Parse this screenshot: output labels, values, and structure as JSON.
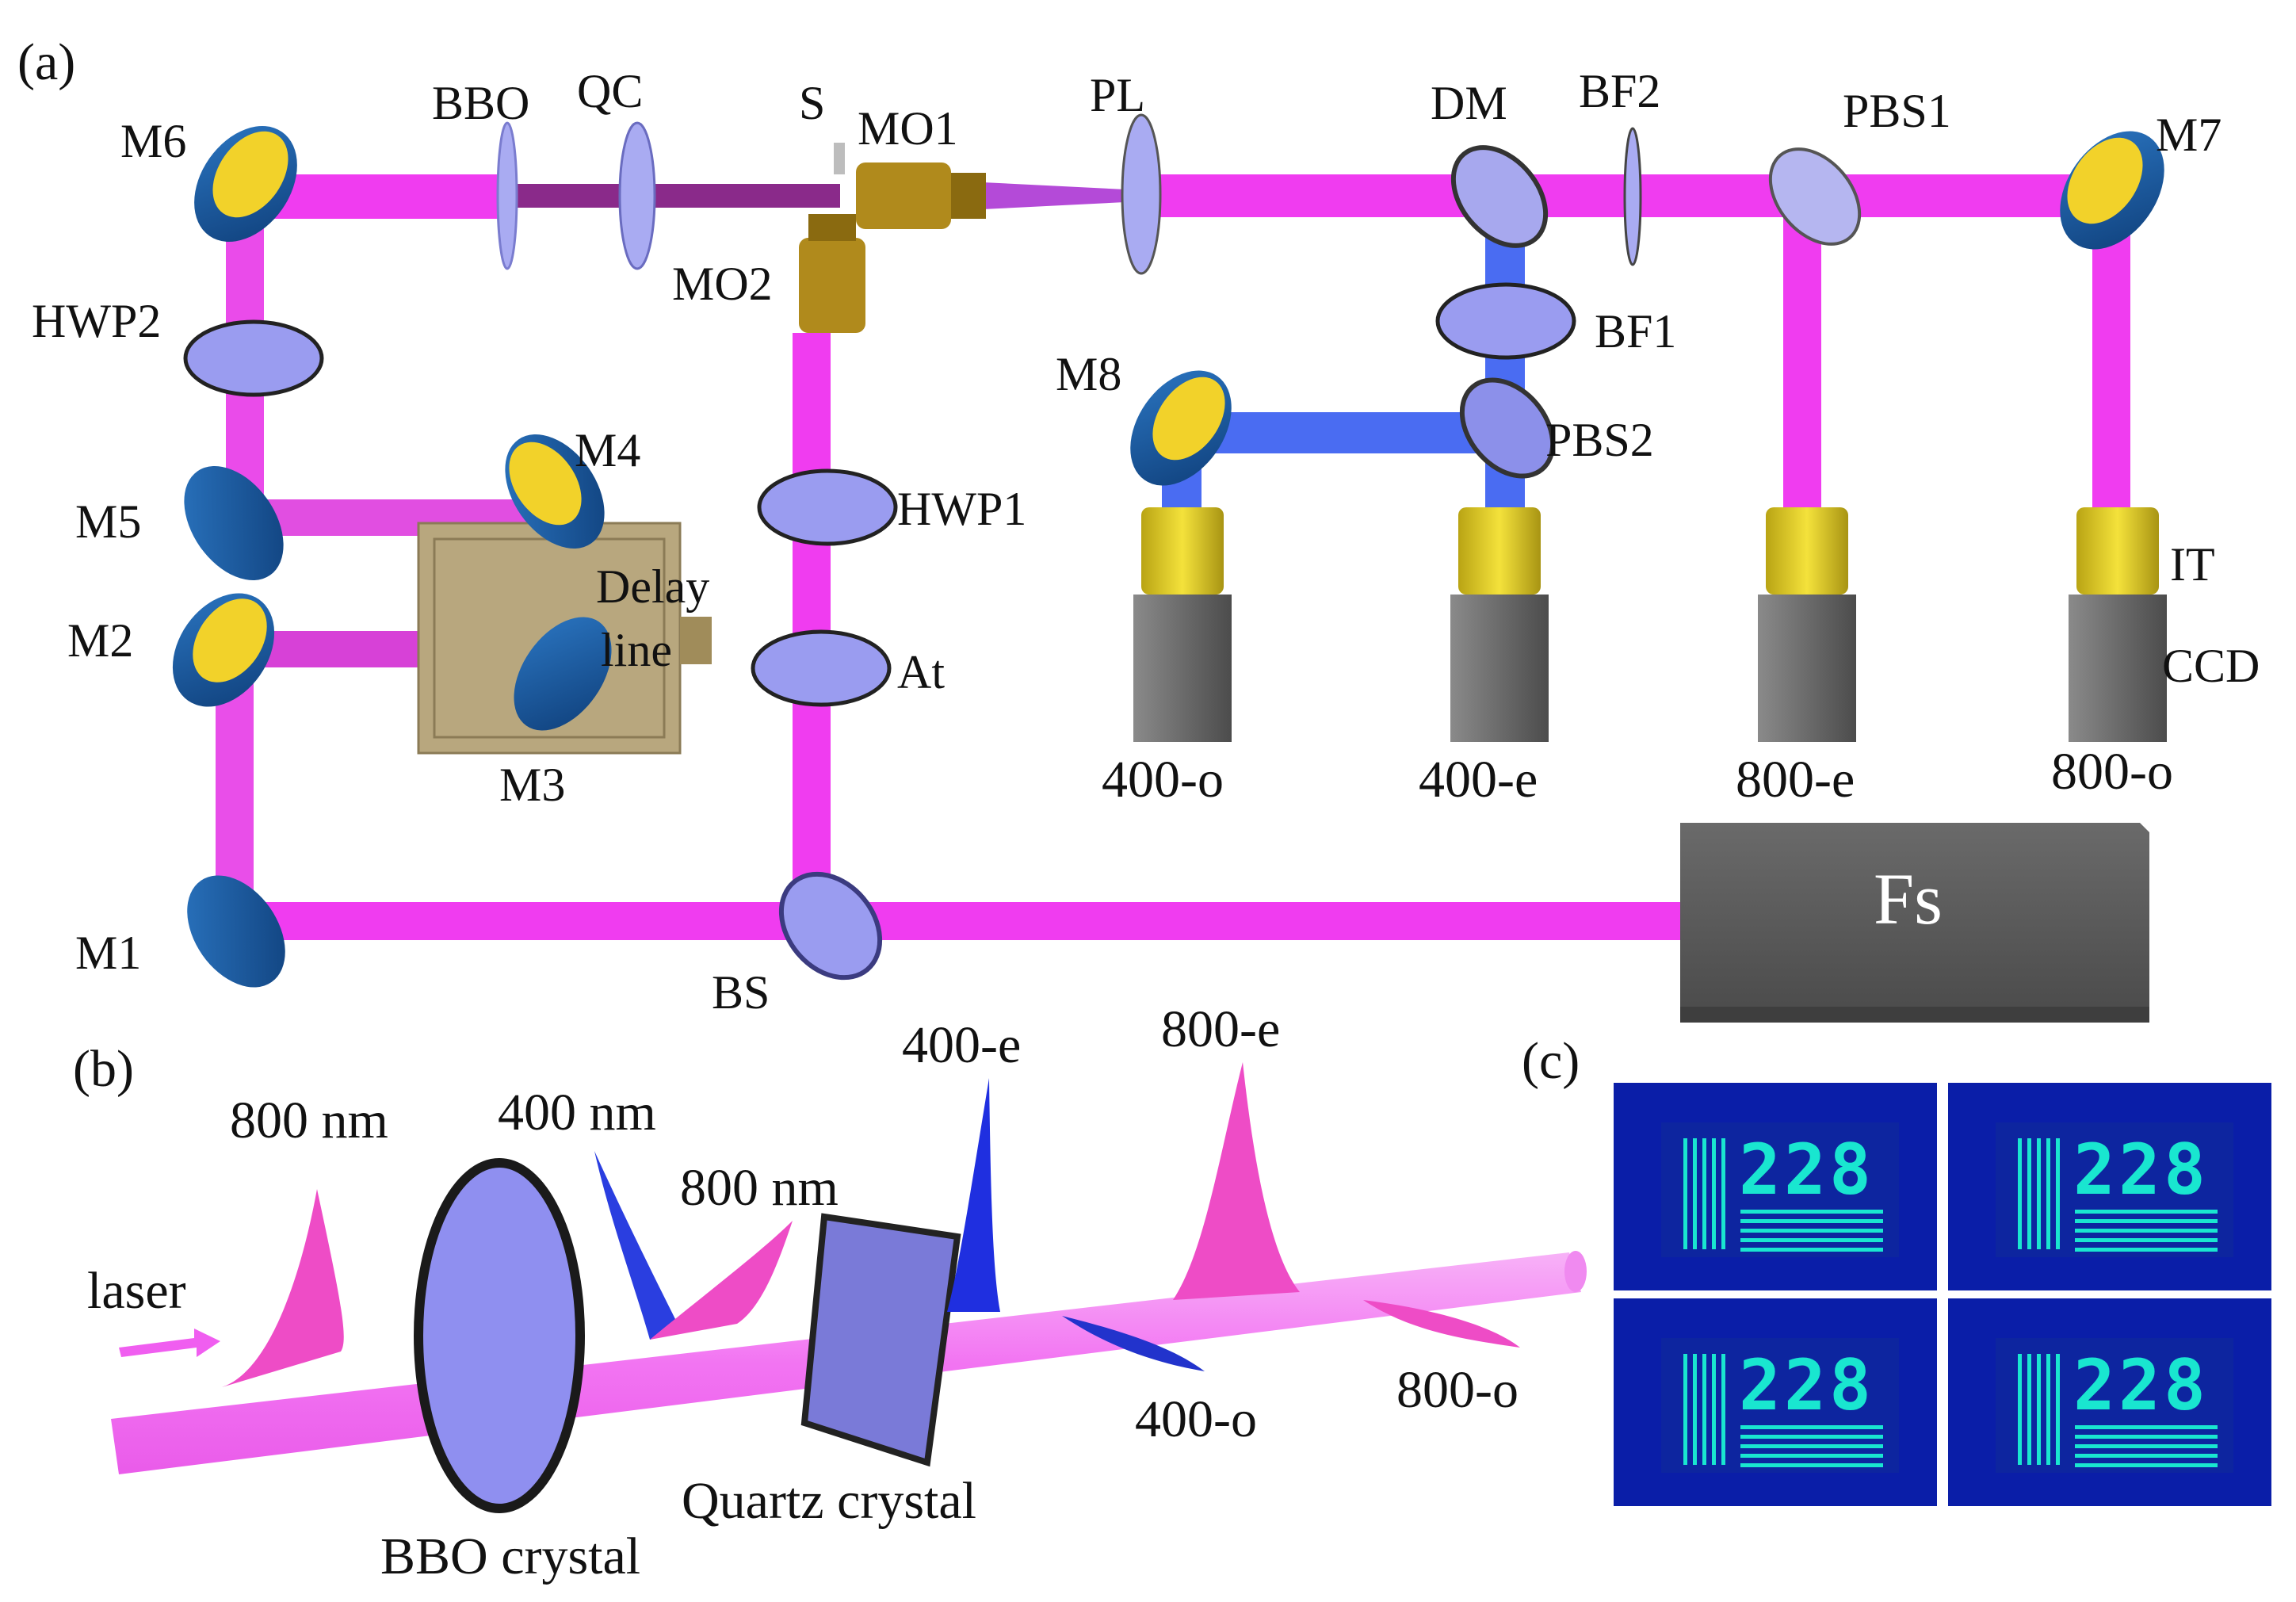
{
  "panels": {
    "a": "(a)",
    "b": "(b)",
    "c": "(c)"
  },
  "setup_labels": {
    "M1": "M1",
    "M2": "M2",
    "M3": "M3",
    "M4": "M4",
    "M5": "M5",
    "M6": "M6",
    "M7": "M7",
    "M8": "M8",
    "BBO": "BBO",
    "QC": "QC",
    "S": "S",
    "MO1": "MO1",
    "MO2": "MO2",
    "PL": "PL",
    "DM": "DM",
    "BF1": "BF1",
    "BF2": "BF2",
    "PBS1": "PBS1",
    "PBS2": "PBS2",
    "HWP1": "HWP1",
    "HWP2": "HWP2",
    "At": "At",
    "BS": "BS",
    "delay1": "Delay",
    "delay2": "line",
    "IT": "IT",
    "CCD": "CCD",
    "cam1": "400-o",
    "cam2": "400-e",
    "cam3": "800-e",
    "cam4": "800-o",
    "Fs": "Fs"
  },
  "pulse_labels": {
    "laser": "laser",
    "nm800a": "800 nm",
    "nm400": "400 nm",
    "nm800b": "800 nm",
    "e400": "400-e",
    "e800": "800-e",
    "o400": "400-o",
    "o800": "800-o",
    "bbo_crystal": "BBO crystal",
    "quartz_crystal": "Quartz crystal"
  },
  "images": {
    "tiles": [
      {
        "number": "228"
      },
      {
        "number": "228"
      },
      {
        "number": "228"
      },
      {
        "number": "228"
      }
    ]
  },
  "colors": {
    "beam_800": "#f03cf0",
    "beam_400": "#4a6cf2",
    "mirror": "#1d5fa8",
    "gold": "#f2d22a",
    "optic": "#9a9cf0",
    "laser_box": "#595959",
    "tile_bg": "#0a1ea8",
    "target": "#19e6d0"
  }
}
